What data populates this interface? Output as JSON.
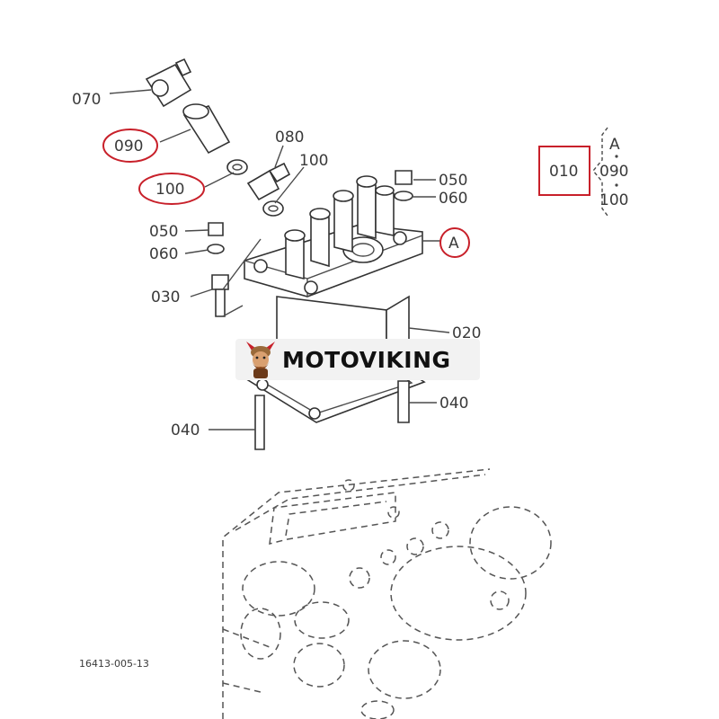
{
  "labels": {
    "p070": "070",
    "p090": "090",
    "p100a": "100",
    "p080": "080",
    "p100b": "100",
    "p050a": "050",
    "p060a": "060",
    "p050b": "050",
    "p060b": "060",
    "pA": "A",
    "p030": "030",
    "p020": "020",
    "p040a": "040",
    "p040b": "040",
    "set_main": "010",
    "set_a": "A",
    "set_090": "090",
    "set_100": "100",
    "drawing_no": "16413-005-13"
  },
  "watermark": {
    "text": "MOTOVIKING",
    "logo": "viking-mascot-icon"
  },
  "colors": {
    "highlight": "#c8202a",
    "line": "#333333",
    "text": "#3a3a3a"
  }
}
